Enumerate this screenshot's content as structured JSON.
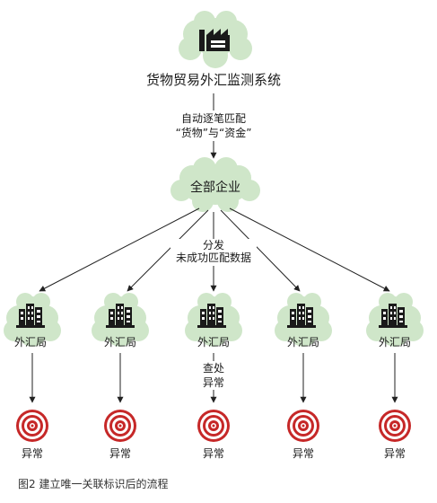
{
  "system": {
    "title": "货物贸易外汇监测系统"
  },
  "step1": {
    "line1": "自动逐笔匹配",
    "line2": "“货物”与“资金”"
  },
  "hub": {
    "label": "全部企业"
  },
  "step2": {
    "line1": "分发",
    "line2": "未成功匹配数据"
  },
  "branches": [
    {
      "office": "外汇局",
      "result": "异常"
    },
    {
      "office": "外汇局",
      "result": "异常"
    },
    {
      "office": "外汇局",
      "result": "异常"
    },
    {
      "office": "外汇局",
      "result": "异常"
    },
    {
      "office": "外汇局",
      "result": "异常"
    }
  ],
  "step3": {
    "line1": "查处",
    "line2": "异常"
  },
  "caption": "图2  建立唯一关联标识后的流程",
  "colors": {
    "cloud": "#cfe6c9",
    "target_red": "#c62828",
    "line": "#222222",
    "icon": "#1a1a1a"
  },
  "icons": {
    "system": "factory-icon",
    "office": "building-icon",
    "result": "target-icon"
  }
}
